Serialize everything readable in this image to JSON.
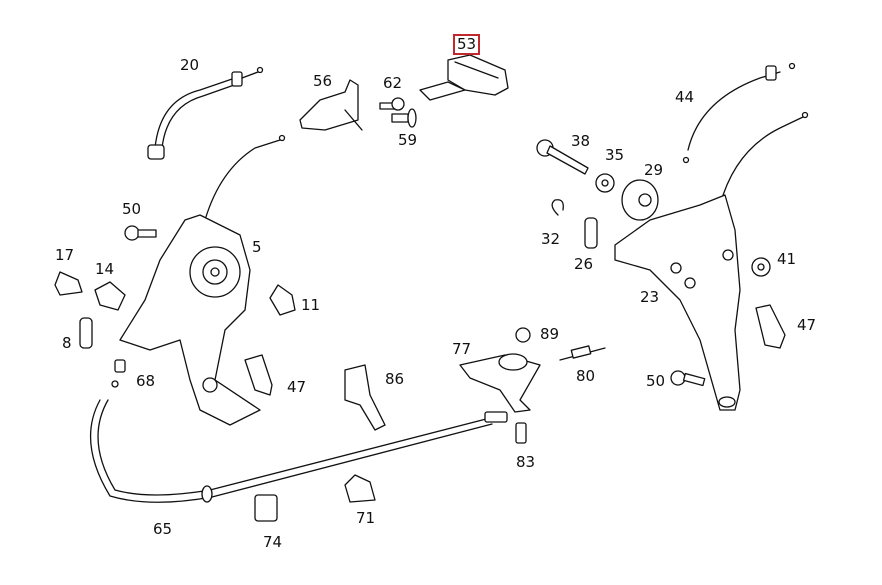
{
  "diagram": {
    "highlight_color": "#c0282d",
    "callouts": [
      {
        "id": "53",
        "label": "53",
        "highlighted": true
      },
      {
        "id": "20",
        "label": "20"
      },
      {
        "id": "56",
        "label": "56"
      },
      {
        "id": "62",
        "label": "62"
      },
      {
        "id": "59",
        "label": "59"
      },
      {
        "id": "44",
        "label": "44"
      },
      {
        "id": "38",
        "label": "38"
      },
      {
        "id": "35",
        "label": "35"
      },
      {
        "id": "29",
        "label": "29"
      },
      {
        "id": "50a",
        "label": "50"
      },
      {
        "id": "5",
        "label": "5"
      },
      {
        "id": "17",
        "label": "17"
      },
      {
        "id": "14",
        "label": "14"
      },
      {
        "id": "11",
        "label": "11"
      },
      {
        "id": "8",
        "label": "8"
      },
      {
        "id": "68",
        "label": "68"
      },
      {
        "id": "47a",
        "label": "47"
      },
      {
        "id": "32",
        "label": "32"
      },
      {
        "id": "26",
        "label": "26"
      },
      {
        "id": "41",
        "label": "41"
      },
      {
        "id": "23",
        "label": "23"
      },
      {
        "id": "47b",
        "label": "47"
      },
      {
        "id": "89",
        "label": "89"
      },
      {
        "id": "77",
        "label": "77"
      },
      {
        "id": "86",
        "label": "86"
      },
      {
        "id": "80",
        "label": "80"
      },
      {
        "id": "50b",
        "label": "50"
      },
      {
        "id": "83",
        "label": "83"
      },
      {
        "id": "65",
        "label": "65"
      },
      {
        "id": "71",
        "label": "71"
      },
      {
        "id": "74",
        "label": "74"
      }
    ]
  }
}
